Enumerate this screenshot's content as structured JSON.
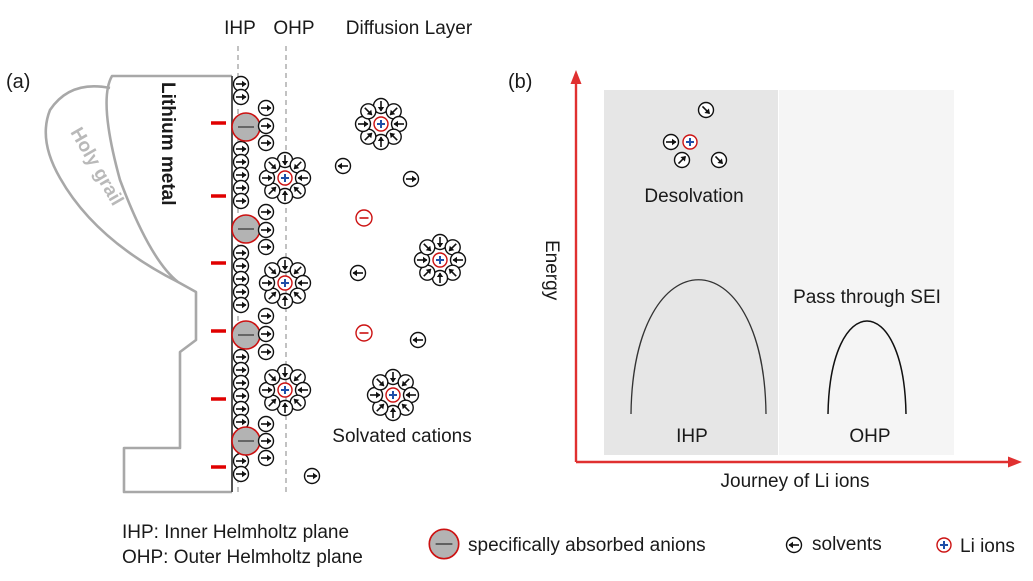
{
  "panel_a": {
    "label": "(a)",
    "plane_labels": {
      "ihp": "IHP",
      "ohp": "OHP",
      "diffusion": "Diffusion Layer"
    },
    "electrode_label": "Lithium metal",
    "grail_label": "Holy grail",
    "solvated_label": "Solvated cations"
  },
  "panel_b": {
    "label": "(b)",
    "y_axis_label": "Energy",
    "x_axis_label": "Journey of Li ions",
    "desolvation_label": "Desolvation",
    "sei_label": "Pass through SEI",
    "ihp_region_label": "IHP",
    "ohp_region_label": "OHP"
  },
  "legend": {
    "ihp_def": "IHP: Inner Helmholtz plane",
    "ohp_def": "OHP: Outer Helmholtz plane",
    "anions": "specifically absorbed anions",
    "solvents": "solvents",
    "li_ions": "Li ions"
  },
  "colors": {
    "accent_red": "#e00000",
    "axis_red": "#e03030",
    "anion_fill": "#b3b3b3",
    "region_ihp": "#e6e6e6",
    "region_ohp": "#f5f5f5"
  }
}
